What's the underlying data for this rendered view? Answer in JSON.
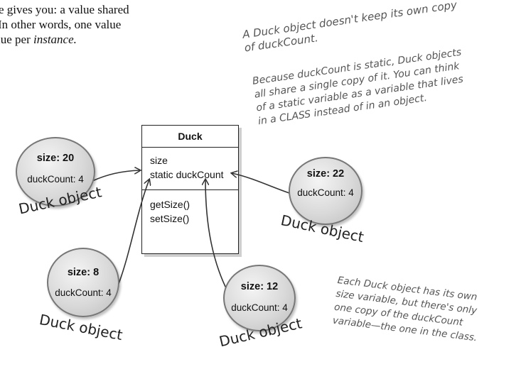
{
  "intro_text": {
    "line1": "e gives you: a value shared",
    "line2": "In other words, one value",
    "line3_prefix": "lue per ",
    "line3_emphasis": "instance."
  },
  "notes": {
    "top_lines": [
      "A Duck object doesn't keep its own copy",
      "of duckCount."
    ],
    "static_lines": [
      "Because duckCount is static, Duck objects",
      "all share a single copy of it. You can think",
      "of a static variable as a variable that lives",
      "in a CLASS instead of in an object."
    ],
    "bottom_lines": [
      "Each Duck object has its own",
      "size variable, but there's only",
      "one copy of the duckCount",
      "variable—the one in the class."
    ]
  },
  "duck_class": {
    "name": "Duck",
    "fields": [
      "size",
      "static duckCount"
    ],
    "methods": [
      "getSize()",
      "setSize()"
    ]
  },
  "objects": [
    {
      "size": "size: 20",
      "duckCount": "duckCount: 4",
      "label": "Duck object"
    },
    {
      "size": "size: 22",
      "duckCount": "duckCount: 4",
      "label": "Duck object"
    },
    {
      "size": "size: 8",
      "duckCount": "duckCount: 4",
      "label": "Duck object"
    },
    {
      "size": "size: 12",
      "duckCount": "duckCount: 4",
      "label": "Duck object"
    }
  ]
}
